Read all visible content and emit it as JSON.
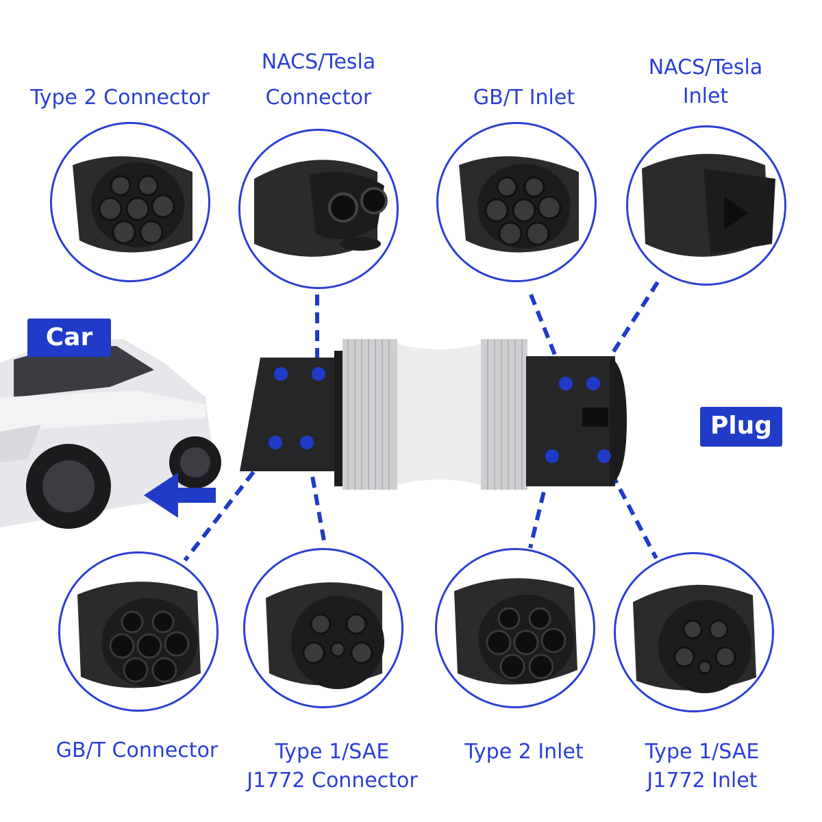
{
  "colors": {
    "accent": "#1f3bc7",
    "label_text": "#2b3fd4",
    "connector_body": "#2b2b2d",
    "adapter_sleeve": "#d4d4d6"
  },
  "badges": {
    "car": "Car",
    "plug": "Plug"
  },
  "top_labels": [
    {
      "lines": [
        "Type 2 Connector"
      ]
    },
    {
      "lines": [
        "NACS/Tesla",
        "Connector"
      ]
    },
    {
      "lines": [
        "GB/T Inlet"
      ]
    },
    {
      "lines": [
        "NACS/Tesla",
        "Inlet"
      ]
    }
  ],
  "bottom_labels": [
    {
      "lines": [
        "GB/T Connector"
      ]
    },
    {
      "lines": [
        "Type 1/SAE",
        "J1772 Connector"
      ]
    },
    {
      "lines": [
        "Type 2 Inlet"
      ]
    },
    {
      "lines": [
        "Type 1/SAE",
        "J1772  Inlet"
      ]
    }
  ],
  "connector_icons": {
    "top": [
      "type2-connector-icon",
      "nacs-connector-icon",
      "gbt-inlet-icon",
      "nacs-inlet-icon"
    ],
    "bottom": [
      "gbt-connector-icon",
      "type1-connector-icon",
      "type2-inlet-icon",
      "type1-inlet-icon"
    ]
  }
}
